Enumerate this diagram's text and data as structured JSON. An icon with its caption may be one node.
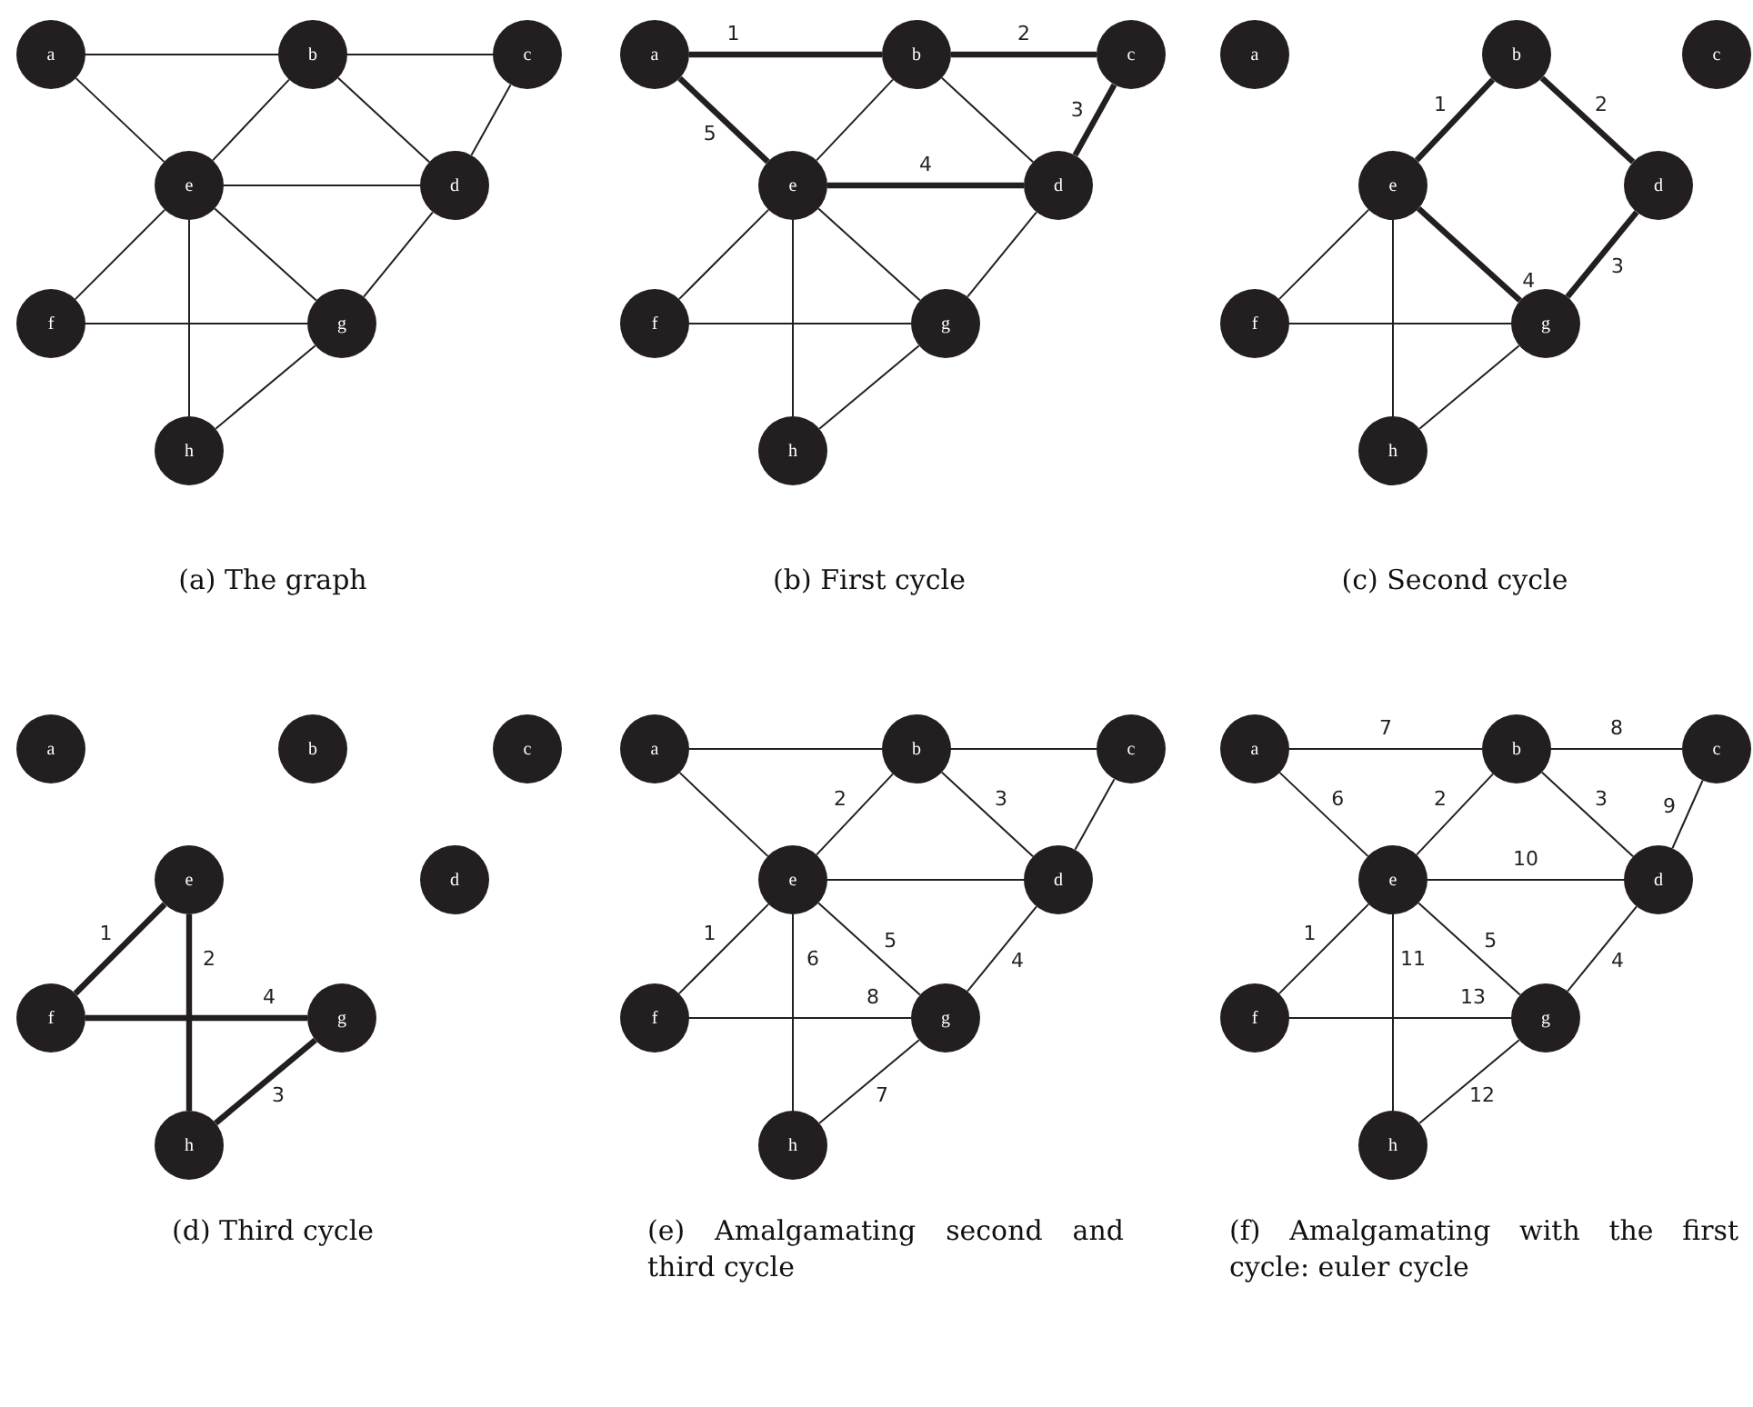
{
  "diagram": {
    "nodes": [
      {
        "text": [
          "a"
        ]
      },
      {
        "text": [
          "b"
        ]
      },
      {
        "text": [
          "c"
        ]
      },
      {
        "text": [
          "e"
        ]
      },
      {
        "text": [
          "d"
        ]
      },
      {
        "text": [
          "f"
        ]
      },
      {
        "text": [
          "g"
        ]
      },
      {
        "text": [
          "h"
        ]
      },
      {
        "text": [
          "a"
        ]
      },
      {
        "text": [
          "b"
        ]
      },
      {
        "text": [
          "c"
        ]
      },
      {
        "text": [
          "e"
        ]
      },
      {
        "text": [
          "d"
        ]
      },
      {
        "text": [
          "f"
        ]
      },
      {
        "text": [
          "g"
        ]
      },
      {
        "text": [
          "h"
        ]
      },
      {
        "text": [
          "a"
        ]
      },
      {
        "text": [
          "b"
        ]
      },
      {
        "text": [
          "c"
        ]
      },
      {
        "text": [
          "e"
        ]
      },
      {
        "text": [
          "d"
        ]
      },
      {
        "text": [
          "f"
        ]
      },
      {
        "text": [
          "g"
        ]
      },
      {
        "text": [
          "h"
        ]
      },
      {
        "text": [
          "a"
        ]
      },
      {
        "text": [
          "b"
        ]
      },
      {
        "text": [
          "c"
        ]
      },
      {
        "text": [
          "e"
        ]
      },
      {
        "text": [
          "d"
        ]
      },
      {
        "text": [
          "f"
        ]
      },
      {
        "text": [
          "g"
        ]
      },
      {
        "text": [
          "h"
        ]
      },
      {
        "text": [
          "a"
        ]
      },
      {
        "text": [
          "b"
        ]
      },
      {
        "text": [
          "c"
        ]
      },
      {
        "text": [
          "e"
        ]
      },
      {
        "text": [
          "d"
        ]
      },
      {
        "text": [
          "f"
        ]
      },
      {
        "text": [
          "g"
        ]
      },
      {
        "text": [
          "h"
        ]
      },
      {
        "text": [
          "a"
        ]
      },
      {
        "text": [
          "b"
        ]
      },
      {
        "text": [
          "c"
        ]
      },
      {
        "text": [
          "e"
        ]
      },
      {
        "text": [
          "d"
        ]
      },
      {
        "text": [
          "f"
        ]
      },
      {
        "text": [
          "g"
        ]
      },
      {
        "text": [
          "h"
        ]
      }
    ],
    "edges": [
      {
        "from": 0,
        "to": 1,
        "arrow": "none"
      },
      {
        "from": 1,
        "to": 2,
        "arrow": "none"
      },
      {
        "from": 0,
        "to": 3,
        "arrow": "none"
      },
      {
        "from": 1,
        "to": 3,
        "arrow": "none"
      },
      {
        "from": 1,
        "to": 4,
        "arrow": "none"
      },
      {
        "from": 2,
        "to": 4,
        "arrow": "none"
      },
      {
        "from": 3,
        "to": 4,
        "arrow": "none"
      },
      {
        "from": 3,
        "to": 5,
        "arrow": "none"
      },
      {
        "from": 3,
        "to": 6,
        "arrow": "none"
      },
      {
        "from": 4,
        "to": 6,
        "arrow": "none"
      },
      {
        "from": 3,
        "to": 7,
        "arrow": "none"
      },
      {
        "from": 5,
        "to": 6,
        "arrow": "none"
      },
      {
        "from": 6,
        "to": 7,
        "arrow": "none"
      },
      {
        "from": 8,
        "to": 9,
        "arrow": "none",
        "label": "1",
        "style": "thick"
      },
      {
        "from": 9,
        "to": 10,
        "arrow": "none",
        "label": "2",
        "style": "thick"
      },
      {
        "from": 8,
        "to": 11,
        "arrow": "none",
        "label": "5",
        "style": "thick"
      },
      {
        "from": 9,
        "to": 11,
        "arrow": "none"
      },
      {
        "from": 9,
        "to": 12,
        "arrow": "none"
      },
      {
        "from": 10,
        "to": 12,
        "arrow": "none",
        "label": "3",
        "style": "thick"
      },
      {
        "from": 11,
        "to": 12,
        "arrow": "none",
        "label": "4",
        "style": "thick"
      },
      {
        "from": 11,
        "to": 13,
        "arrow": "none"
      },
      {
        "from": 11,
        "to": 14,
        "arrow": "none"
      },
      {
        "from": 12,
        "to": 14,
        "arrow": "none"
      },
      {
        "from": 11,
        "to": 15,
        "arrow": "none"
      },
      {
        "from": 13,
        "to": 14,
        "arrow": "none"
      },
      {
        "from": 14,
        "to": 15,
        "arrow": "none"
      },
      {
        "from": 17,
        "to": 19,
        "arrow": "none",
        "label": "1",
        "style": "thick"
      },
      {
        "from": 17,
        "to": 20,
        "arrow": "none",
        "label": "2",
        "style": "thick"
      },
      {
        "from": 20,
        "to": 22,
        "arrow": "none",
        "label": "3",
        "style": "thick"
      },
      {
        "from": 19,
        "to": 22,
        "arrow": "none",
        "label": "4",
        "style": "thick"
      },
      {
        "from": 19,
        "to": 21,
        "arrow": "none"
      },
      {
        "from": 19,
        "to": 23,
        "arrow": "none"
      },
      {
        "from": 21,
        "to": 22,
        "arrow": "none"
      },
      {
        "from": 22,
        "to": 23,
        "arrow": "none"
      },
      {
        "from": 27,
        "to": 29,
        "arrow": "none",
        "label": "1",
        "style": "thick"
      },
      {
        "from": 27,
        "to": 31,
        "arrow": "none",
        "label": "2",
        "style": "thick"
      },
      {
        "from": 30,
        "to": 31,
        "arrow": "none",
        "label": "3",
        "style": "thick"
      },
      {
        "from": 29,
        "to": 30,
        "arrow": "none",
        "label": "4",
        "style": "thick"
      },
      {
        "from": 32,
        "to": 33,
        "arrow": "none"
      },
      {
        "from": 33,
        "to": 34,
        "arrow": "none"
      },
      {
        "from": 32,
        "to": 35,
        "arrow": "none"
      },
      {
        "from": 33,
        "to": 35,
        "arrow": "none",
        "label": "2"
      },
      {
        "from": 33,
        "to": 36,
        "arrow": "none",
        "label": "3"
      },
      {
        "from": 34,
        "to": 36,
        "arrow": "none"
      },
      {
        "from": 35,
        "to": 36,
        "arrow": "none"
      },
      {
        "from": 35,
        "to": 37,
        "arrow": "none",
        "label": "1"
      },
      {
        "from": 35,
        "to": 38,
        "arrow": "none",
        "label": "5"
      },
      {
        "from": 36,
        "to": 38,
        "arrow": "none",
        "label": "4"
      },
      {
        "from": 35,
        "to": 39,
        "arrow": "none",
        "label": "6"
      },
      {
        "from": 37,
        "to": 38,
        "arrow": "none",
        "label": "8"
      },
      {
        "from": 38,
        "to": 39,
        "arrow": "none",
        "label": "7"
      },
      {
        "from": 40,
        "to": 41,
        "arrow": "none",
        "label": "7"
      },
      {
        "from": 41,
        "to": 42,
        "arrow": "none",
        "label": "8"
      },
      {
        "from": 40,
        "to": 43,
        "arrow": "none",
        "label": "6"
      },
      {
        "from": 41,
        "to": 43,
        "arrow": "none",
        "label": "2"
      },
      {
        "from": 41,
        "to": 44,
        "arrow": "none",
        "label": "3"
      },
      {
        "from": 42,
        "to": 44,
        "arrow": "none",
        "label": "9"
      },
      {
        "from": 43,
        "to": 44,
        "arrow": "none",
        "label": "10"
      },
      {
        "from": 43,
        "to": 45,
        "arrow": "none",
        "label": "1"
      },
      {
        "from": 43,
        "to": 46,
        "arrow": "none",
        "label": "5"
      },
      {
        "from": 44,
        "to": 46,
        "arrow": "none",
        "label": "4"
      },
      {
        "from": 43,
        "to": 47,
        "arrow": "none",
        "label": "11"
      },
      {
        "from": 45,
        "to": 46,
        "arrow": "none",
        "label": "13"
      },
      {
        "from": 46,
        "to": 47,
        "arrow": "none",
        "label": "12"
      }
    ],
    "labels": [
      "(a) The graph",
      "(b) First cycle",
      "(c) Second cycle",
      "(d) Third cycle",
      "(e) Amalgamating second and third cycle",
      "(f) Amalgamating with the first cycle: euler cycle"
    ]
  }
}
